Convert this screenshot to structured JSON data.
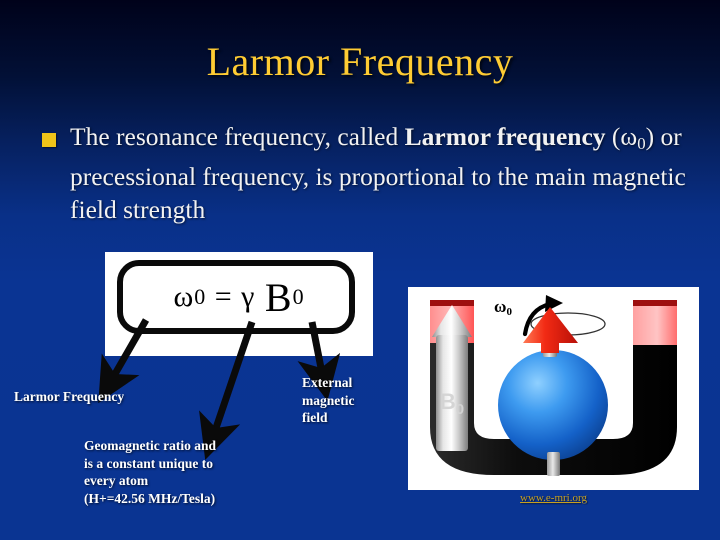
{
  "slide": {
    "title": "Larmor Frequency",
    "background_top_color": "#00021a",
    "background_bottom_color": "#0a3492",
    "title_color": "#ffcc33",
    "bullet_marker_color": "#f0c419"
  },
  "bullet": {
    "part1": "The resonance frequency, called ",
    "bold1": "Larmor frequency",
    "part2": " (ω",
    "sub1": "0",
    "part3": ") or precessional frequency, is proportional to the main magnetic field strength",
    "full_text": "The resonance frequency, called Larmor frequency (ω0) or precessional frequency, is proportional to the main magnetic field strength"
  },
  "formula": {
    "omega": "ω",
    "omega_sub": "0",
    "equals": " = ",
    "gamma": "γ",
    "field": "B",
    "field_sub": "0",
    "full": "ω0 = γ B0"
  },
  "callouts": {
    "larmor_frequency": "Larmor Frequency",
    "gamma_line1": "Geomagnetic ratio and",
    "gamma_line2": "is a constant unique to",
    "gamma_line3": "every atom",
    "gamma_line4": "(H+=42.56 MHz/Tesla)",
    "external_line1": "External",
    "external_line2": "magnetic",
    "external_line3": "field"
  },
  "figure": {
    "caption": "www.e-mri.org",
    "caption_color": "#c8a020",
    "omega_label": "ω",
    "omega_label_sub": "0",
    "b0_label": "B",
    "b0_label_sub": "0",
    "magnet_pole_color": "#ff6b6b",
    "magnet_pole_cap_color": "#9e0f0f",
    "magnet_body_color": "#141414",
    "nucleus_color": "#1f7de0",
    "spin_arrow_color": "#f01c1c"
  }
}
